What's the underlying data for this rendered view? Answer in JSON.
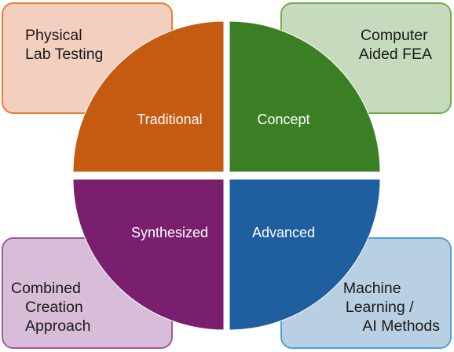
{
  "quadrants": [
    {
      "id": "traditional",
      "label": "Traditional",
      "color": "#c55a11",
      "card": {
        "lines": [
          "Physical",
          "Lab Testing"
        ],
        "fill": "#f2cfbf",
        "border": "#ed7d31"
      }
    },
    {
      "id": "concept",
      "label": "Concept",
      "color": "#3b7f24",
      "card": {
        "lines": [
          "Computer",
          "Aided FEA"
        ],
        "fill": "#c6dbbd",
        "border": "#70ad47"
      }
    },
    {
      "id": "synthesized",
      "label": "Synthesized",
      "color": "#7a1f6e",
      "card": {
        "lines": [
          "Combined",
          "Creation",
          "Approach"
        ],
        "fill": "#d7bdd8",
        "border": "#a25aa0"
      }
    },
    {
      "id": "advanced",
      "label": "Advanced",
      "color": "#1f5e9f",
      "card": {
        "lines": [
          "Machine",
          "Learning /",
          "AI Methods"
        ],
        "fill": "#b9cfe3",
        "border": "#4ea1d3"
      }
    }
  ]
}
